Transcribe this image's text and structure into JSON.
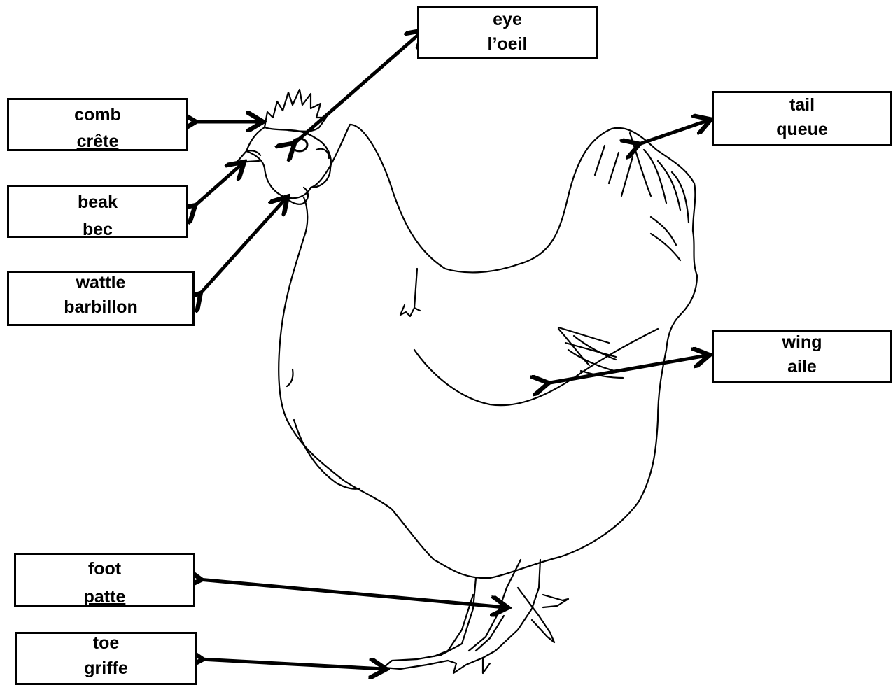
{
  "labels": {
    "eye": {
      "en": "eye",
      "fr": "l’oeil"
    },
    "comb": {
      "en": "comb",
      "fr": "crête"
    },
    "tail": {
      "en": "tail",
      "fr": "queue"
    },
    "beak": {
      "en": "beak",
      "fr": "bec"
    },
    "wattle": {
      "en": "wattle",
      "fr": "barbillon"
    },
    "wing": {
      "en": "wing",
      "fr": "aile"
    },
    "foot": {
      "en": "foot",
      "fr": "patte"
    },
    "toe": {
      "en": "toe",
      "fr": "griffe"
    }
  },
  "colors": {
    "line": "#000000",
    "background": "#ffffff"
  }
}
